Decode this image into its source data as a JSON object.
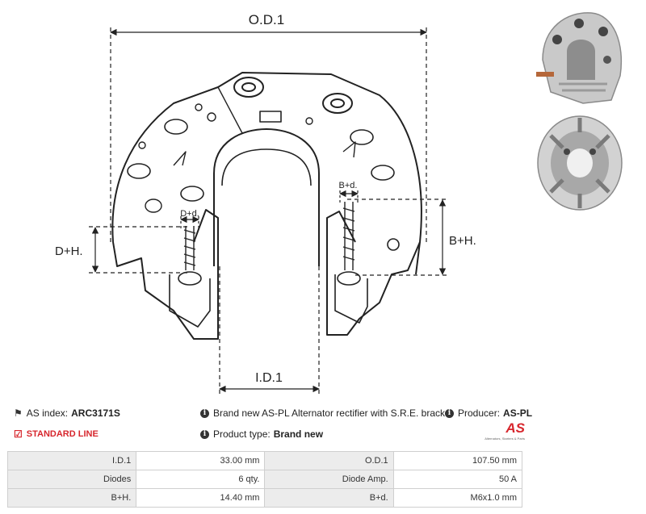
{
  "drawing": {
    "od_label": "O.D.1",
    "id_label": "I.D.1",
    "dh_label": "D+H.",
    "bh_label": "B+H.",
    "dd_label": "D+d.",
    "bd_label": "B+d."
  },
  "info": {
    "as_index_label": "AS index:",
    "as_index_value": "ARC3171S",
    "description": "Brand new AS-PL Alternator rectifier with S.R.E. bracket",
    "producer_label": "Producer:",
    "producer_value": "AS-PL",
    "line": "STANDARD LINE",
    "product_type_label": "Product type:",
    "product_type_value": "Brand new"
  },
  "logo": {
    "mark": "AS",
    "tagline": "Alternators, Starters & Parts"
  },
  "specs": [
    [
      "I.D.1",
      "33.00 mm",
      "O.D.1",
      "107.50 mm"
    ],
    [
      "Diodes",
      "6 qty.",
      "Diode Amp.",
      "50 A"
    ],
    [
      "B+H.",
      "14.40 mm",
      "B+d.",
      "M6x1.0 mm"
    ]
  ]
}
